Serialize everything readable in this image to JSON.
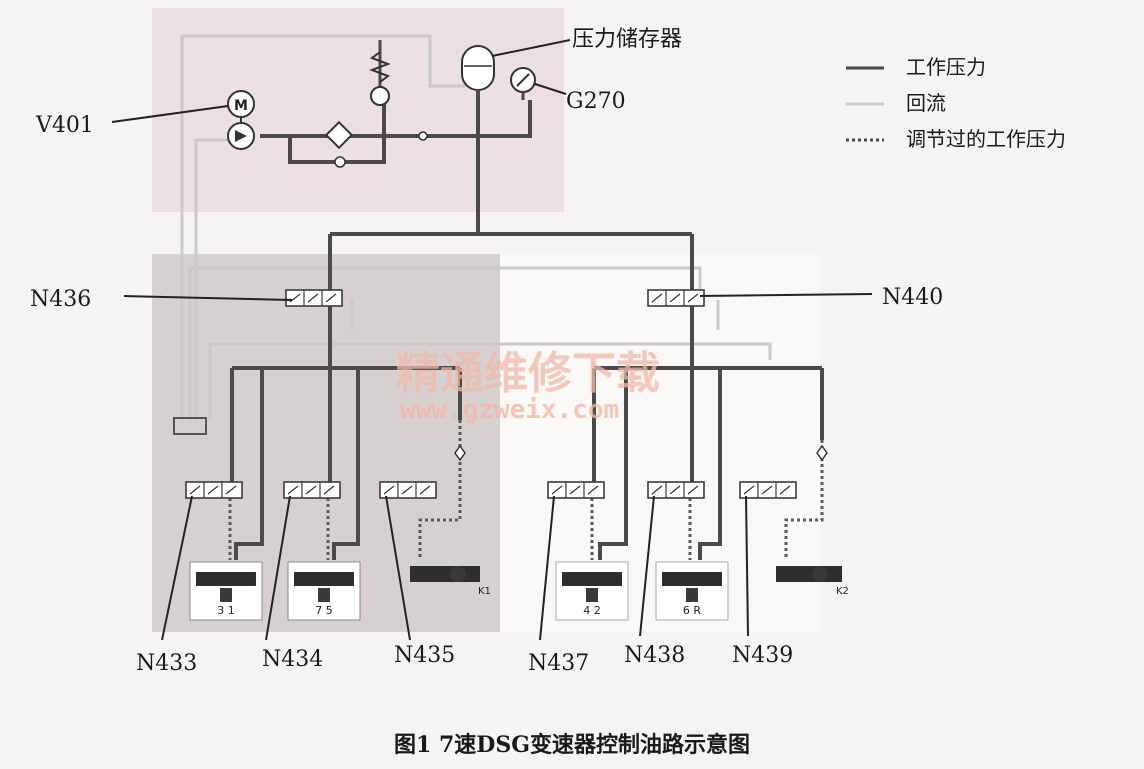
{
  "labels": {
    "accumulator": "压力储存器",
    "g270": "G270",
    "v401": "V401",
    "n436": "N436",
    "n440": "N440",
    "n433": "N433",
    "n434": "N434",
    "n435": "N435",
    "n437": "N437",
    "n438": "N438",
    "n439": "N439"
  },
  "legend": {
    "work_pressure": "工作压力",
    "return_flow": "回流",
    "regulated_pressure": "调节过的工作压力"
  },
  "actuator_marks": {
    "k1": "K1",
    "k2": "K2",
    "g31": "3  1",
    "g75": "7  5",
    "g42": "4  2",
    "g6r": "6  R"
  },
  "watermark": {
    "chinese": "精通维修下载",
    "url": "www.gzweix.com"
  },
  "caption": "图1   7速DSG变速器控制油路示意图",
  "colors": {
    "work_line": "#4a4a4a",
    "return_line": "#c9c9c9",
    "pump_panel": "#ecdfe3",
    "left_panel": "#d6d0d0",
    "watermark": "#f2b9a8"
  }
}
